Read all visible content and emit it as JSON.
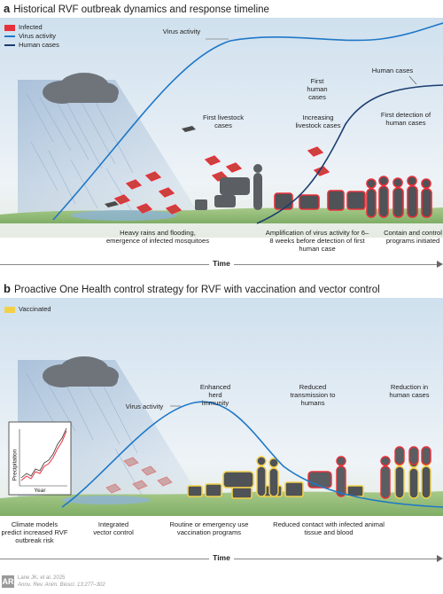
{
  "panel_a": {
    "letter": "a",
    "title": "Historical RVF outbreak dynamics and response timeline",
    "legend": {
      "infected": "Infected",
      "virus_activity": "Virus activity",
      "human_cases": "Human cases"
    },
    "labels": {
      "virus_activity": "Virus activity",
      "human_cases": "Human cases",
      "first_livestock": "First livestock cases",
      "first_human": "First human cases",
      "increasing_livestock": "Increasing livestock cases",
      "first_detection": "First detection of human cases",
      "heavy_rains": "Heavy rains and flooding, emergence of infected mosquitoes",
      "amplification": "Amplification of virus activity for 6–8 weeks before detection of first human case",
      "contain": "Contain and control programs initiated"
    },
    "time": "Time"
  },
  "panel_b": {
    "letter": "b",
    "title": "Proactive One Health control strategy for RVF with vaccination and vector control",
    "legend": {
      "vaccinated": "Vaccinated"
    },
    "labels": {
      "virus_activity": "Virus activity",
      "enhanced": "Enhanced herd immunity",
      "reduced_transmission": "Reduced transmission to humans",
      "reduction_human": "Reduction in human cases",
      "climate": "Climate models predict increased RVF outbreak risk",
      "vector": "Integrated vector control",
      "vaccination": "Routine or emergency use vaccination programs",
      "reduced_contact": "Reduced contact with infected animal tissue and blood",
      "inset_ylabel": "Precipitation",
      "inset_xlabel": "Year"
    },
    "time": "Time"
  },
  "citation": {
    "line1": "Lane JK, et al. 2025",
    "line2": "Annu. Rev. Anim. Biosci. 13:277–302",
    "logo": "AR"
  },
  "colors": {
    "virus": "#1f78c8",
    "human": "#1b3d6e",
    "infected": "#e8303a",
    "vaccinated": "#f2d04a"
  }
}
